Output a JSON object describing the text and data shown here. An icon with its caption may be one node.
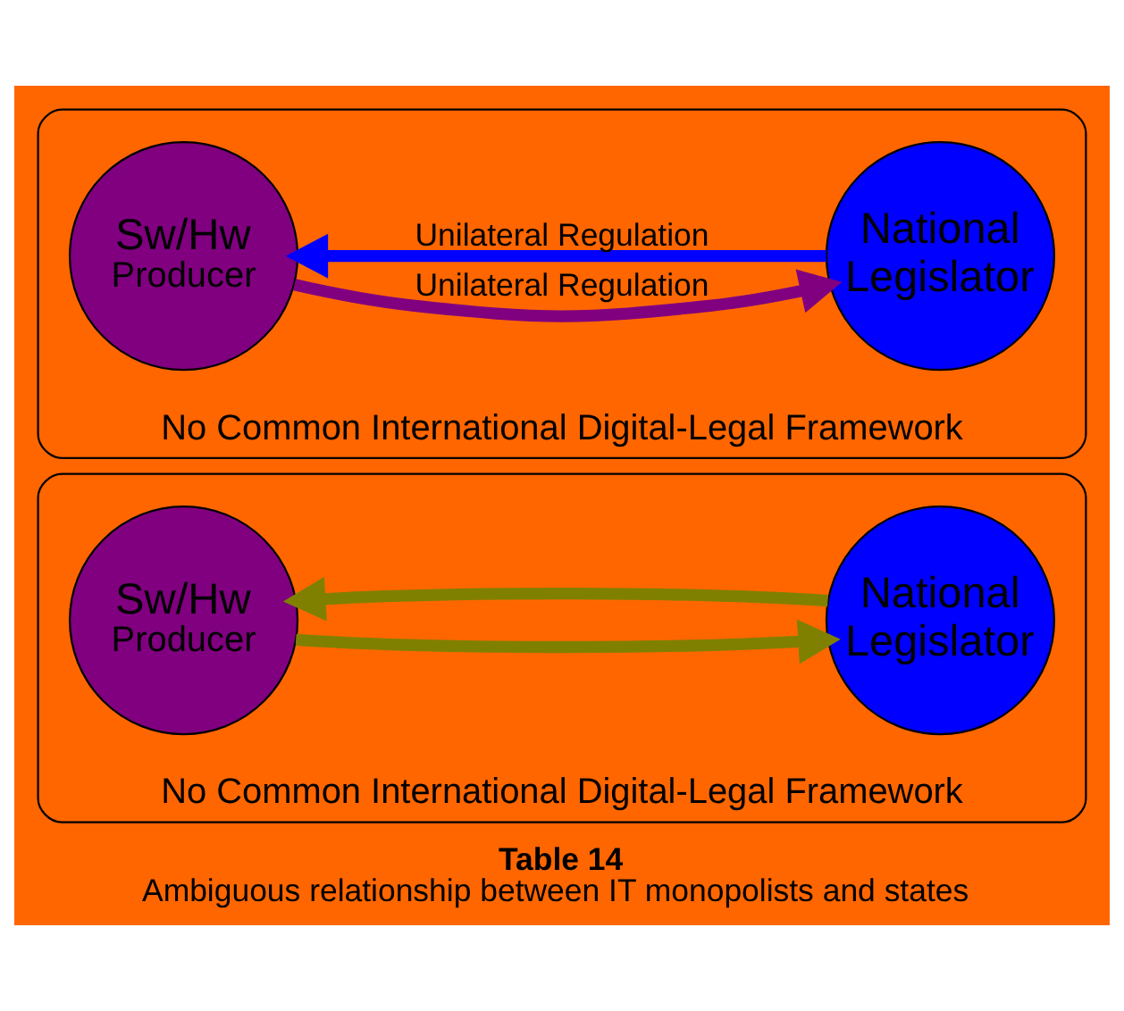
{
  "diagram": {
    "title": "Table 14",
    "caption": "Ambiguous relationship between IT monopolists and states",
    "nodes": [
      {
        "text": [
          "No Common International Digital-Legal Framework"
        ]
      },
      {
        "text": [
          "Sw/Hw",
          "Producer"
        ],
        "in": 0
      },
      {
        "text": [
          "National Legislator"
        ],
        "in": 0
      },
      {
        "text": [
          "No Common International Digital-Legal Framework"
        ]
      },
      {
        "text": [
          "Sw/Hw",
          "Producer"
        ],
        "in": 3
      },
      {
        "text": [
          "National Legislator"
        ],
        "in": 3
      }
    ],
    "edges": [
      {
        "from": 1,
        "to": 2,
        "arrow": "to",
        "label": "Unilateral Regulation",
        "color": "#800080"
      },
      {
        "from": 2,
        "to": 1,
        "arrow": "to",
        "label": "Unilateral Regulation",
        "color": "#0000ff"
      },
      {
        "from": 4,
        "to": 5,
        "arrow": "to",
        "color": "#808000"
      },
      {
        "from": 5,
        "to": 4,
        "arrow": "to",
        "color": "#808000"
      }
    ]
  }
}
